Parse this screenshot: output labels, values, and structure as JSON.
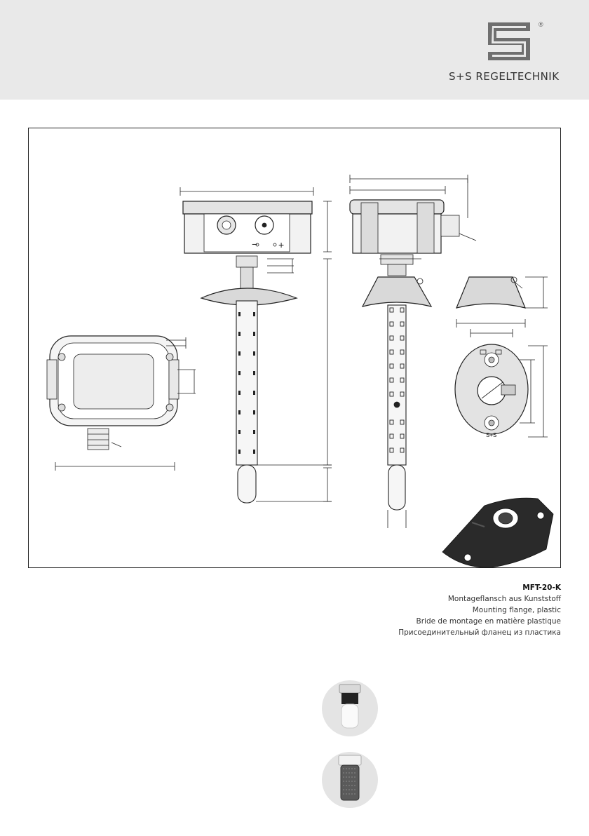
{
  "header": {
    "brand_text": "S+S REGELTECHNIK",
    "registered_mark": "®",
    "logo_icon": "ss-logo-icon"
  },
  "drawing": {
    "front_panel_minus": "−",
    "front_panel_plus": "+",
    "flange_label": "S+S"
  },
  "caption": {
    "code": "MFT-20-K",
    "de": "Montageflansch aus Kunststoff",
    "en": "Mounting flange, plastic",
    "fr": "Bride de montage en matière plastique",
    "ru": "Присоединительный фланец из пластика"
  },
  "accessories": [
    {
      "icon": "sintered-filter-white-icon"
    },
    {
      "icon": "sintered-filter-metal-icon"
    }
  ]
}
